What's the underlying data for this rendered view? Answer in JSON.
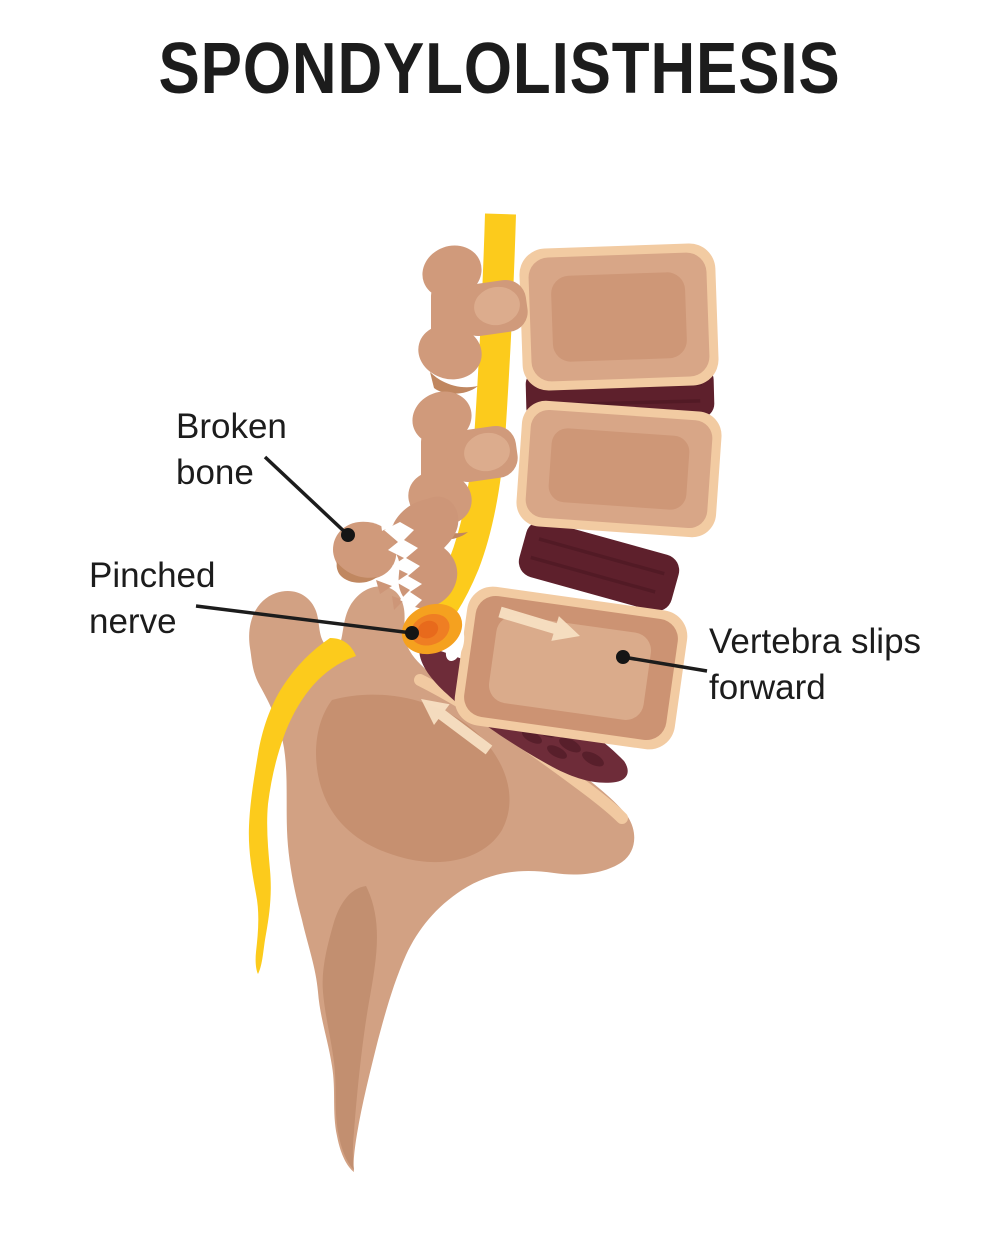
{
  "title": {
    "text": "SPONDYLOLISTHESIS"
  },
  "annotations": [
    {
      "id": "broken-bone",
      "text": "Broken\nbone",
      "target_part": "broken-fragment"
    },
    {
      "id": "pinched-nerve",
      "text": "Pinched\nnerve",
      "target_part": "pinched-nerve-glow"
    },
    {
      "id": "vertebra-slips",
      "text": "Vertebra slips\nforward",
      "target_part": "slipped-vertebra"
    }
  ],
  "figure": {
    "subject": "spondylolisthesis-spine-side-view",
    "parts": [
      "spinal-nerve",
      "exiting-nerve",
      "vertebra-1",
      "vertebra-2",
      "slipped-vertebra",
      "disc-1",
      "disc-2",
      "stretched-disc",
      "sacrum",
      "broken-fragment",
      "fracture-crack",
      "pinched-nerve-glow",
      "slip-direction-arrow",
      "counter-slip-arrow"
    ],
    "colors": {
      "bone": "#D2A183",
      "bone_rim": "#F2CBA2",
      "bone_shade": "#C69070",
      "bone_panel_light": "#DAAB8B",
      "process_bone": "#D09A7B",
      "disc": "#5E202C",
      "disc_stretched": "#6E2C39",
      "nerve_yellow": "#FCCB1C",
      "pinch_outer": "#F5A11F",
      "pinch_mid": "#EF7E23",
      "pinch_core": "#E86A1C",
      "arrow": "#F7DFC2",
      "ink": "#1C1C1C",
      "background": "#FFFFFF"
    }
  }
}
